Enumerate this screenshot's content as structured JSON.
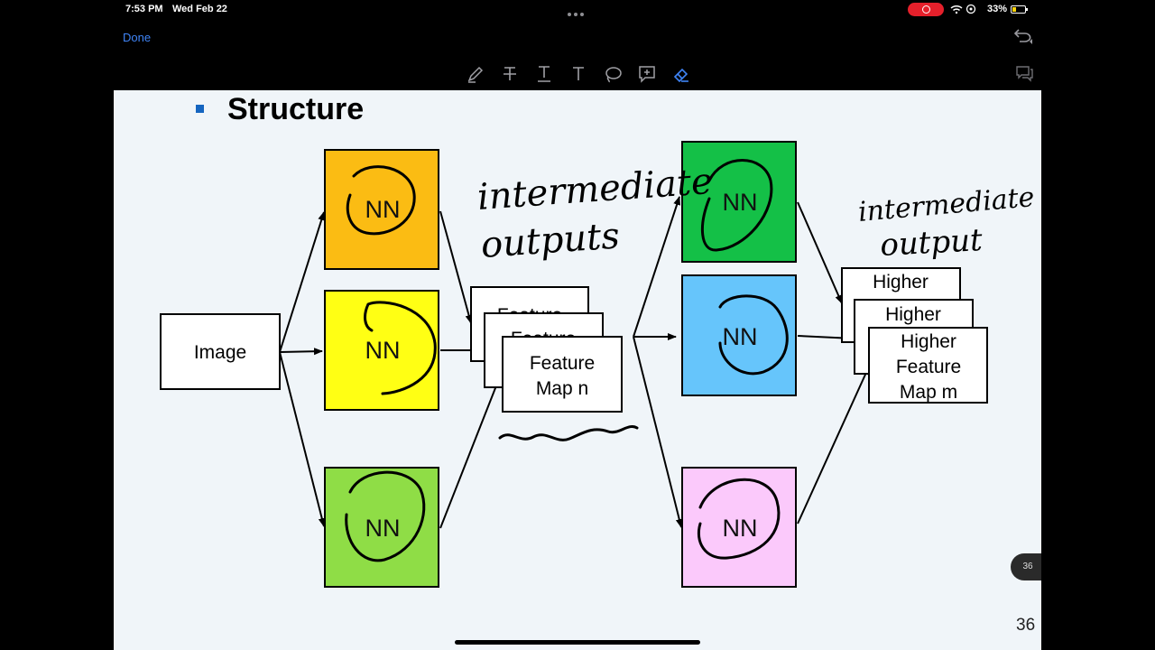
{
  "status": {
    "time": "7:53 PM",
    "date": "Wed Feb 22",
    "battery": "33%",
    "battery_level": 0.33
  },
  "nav": {
    "done_label": "Done"
  },
  "toolbar": {
    "tools": [
      "pen-icon",
      "strikethrough-icon",
      "underline-text-icon",
      "text-icon",
      "lasso-icon",
      "add-comment-icon",
      "eraser-icon"
    ],
    "active": "eraser-icon"
  },
  "slide": {
    "title": "Structure",
    "page_number": "36",
    "colors": {
      "orange": "#fbbc13",
      "yellow": "#ffff14",
      "green_light": "#8fdd46",
      "green": "#14c047",
      "blue": "#66c5fb",
      "pink": "#fbc9fb",
      "bullet": "#1565c0"
    },
    "image_box": "Image",
    "nn_label": "NN",
    "feature_back_1": "Feature",
    "feature_back_2": "Feature",
    "feature_front_line1": "Feature",
    "feature_front_line2": "Map n",
    "higher_back_1": "Higher",
    "higher_back_2": "Higher",
    "higher_front_line1": "Higher",
    "higher_front_line2": "Feature",
    "higher_front_line3": "Map m",
    "handwriting_1_line1": "intermediate",
    "handwriting_1_line2": "outputs",
    "handwriting_2_line1": "intermediate",
    "handwriting_2_line2": "output"
  },
  "page_tab": "36"
}
